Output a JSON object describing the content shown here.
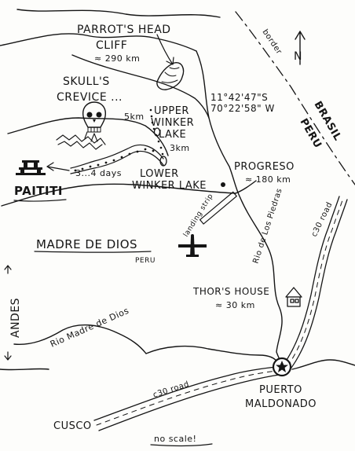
{
  "labels": {
    "parrot_head_line1": "PARROT'S HEAD",
    "parrot_head_line2": "CLIFF",
    "parrot_head_dist": "≈ 290 km",
    "skulls_line1": "SKULL'S",
    "skulls_line2": "CREVICE ...",
    "coord_lat": "11°42'47\"S",
    "coord_lon": "70°22'58\" W",
    "upper_line1": "UPPER",
    "upper_line2": "WINKER",
    "upper_line3": "LAKE",
    "dist_5km": "5km",
    "dist_3km": "3km",
    "travel_days": "3...4 days",
    "paititi": "PAITITI",
    "lower_line1": "LOWER",
    "lower_line2": "WINKER LAKE",
    "progreso": "PROGRESO",
    "progreso_dist": "≈ 180 km",
    "landing_strip": "landing strip",
    "rio_piedras": "Rio de Los Piedras",
    "region": "MADRE DE DIOS",
    "region_sub": "PERU",
    "andes": "ANDES",
    "thors_house": "THOR'S HOUSE",
    "thors_dist": "≈ 30 km",
    "rio_madre": "Rio Madre de Dios",
    "c30_road_right": "c30 road",
    "c30_road_bottom": "c30 road",
    "puerto_line1": "PUERTO",
    "puerto_line2": "MALDONADO",
    "cusco": "CUSCO",
    "no_scale": "no scale!",
    "border": "border",
    "brasil": "BRASIL",
    "peru": "PERU",
    "north": "N"
  },
  "icons": {
    "parrot_cliff": "cliff-rock-icon",
    "skull": "skull-icon",
    "ruin": "ruin-structure-icon",
    "plane": "airplane-icon",
    "house": "house-icon",
    "star": "star-icon",
    "north_arrow": "north-arrow-icon"
  },
  "colors": {
    "ink": "#151515",
    "paper": "#fdfdfb"
  }
}
